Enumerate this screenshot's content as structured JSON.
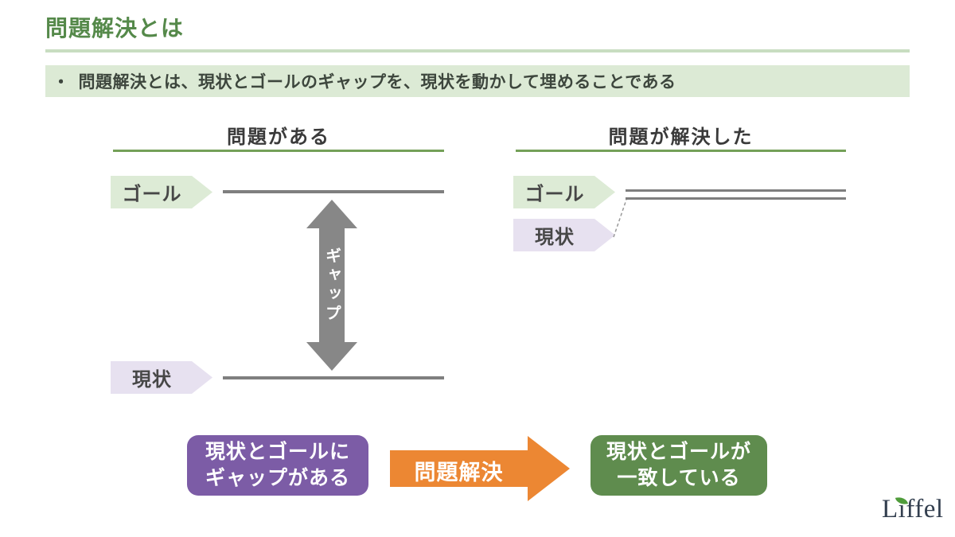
{
  "header": {
    "title": "問題解決とは",
    "bullet": "・",
    "summary": "問題解決とは、現状とゴールのギャップを、現状を動かして埋めることである"
  },
  "left_panel": {
    "heading": "問題がある",
    "goal_label": "ゴール",
    "gap_label": "ギャップ",
    "current_label": "現状"
  },
  "right_panel": {
    "heading": "問題が解決した",
    "goal_label": "ゴール",
    "current_label": "現状"
  },
  "flow": {
    "problem_box": {
      "line1": "現状とゴールに",
      "line2": "ギャップがある"
    },
    "arrow_label": "問題解決",
    "solved_box": {
      "line1": "現状とゴールが",
      "line2": "一致している"
    }
  },
  "logo": {
    "brand": "Liffel"
  },
  "colors": {
    "title_green": "#55894a",
    "title_rule_green": "#c8ddc1",
    "summary_bg_green": "#dcead5",
    "heading_rule_green": "#74a058",
    "goal_tag_green": "#ddebd6",
    "current_tag_purple": "#e7e1f0",
    "level_line_gray": "#7f7f7f",
    "gap_arrow_gray": "#878787",
    "problem_box_purple": "#7c5ca6",
    "flow_arrow_orange": "#ec8733",
    "solved_box_green": "#5f8c4e",
    "logo_navy": "#333f4f",
    "logo_leaf_green": "#4f9c3a"
  }
}
